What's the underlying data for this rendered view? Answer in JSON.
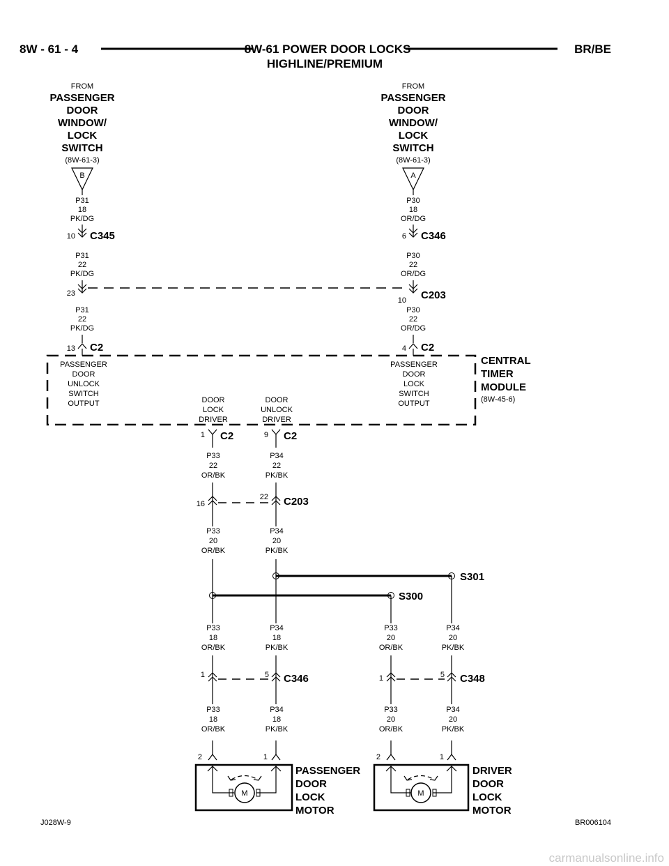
{
  "header": {
    "page": "8W - 61 - 4",
    "title": "8W-61 POWER DOOR LOCKS",
    "subtitle": "HIGHLINE/PREMIUM",
    "model": "BR/BE"
  },
  "sources": [
    {
      "from": "FROM",
      "name": [
        "PASSENGER",
        "DOOR",
        "WINDOW/",
        "LOCK",
        "SWITCH"
      ],
      "ref": "(8W-61-3)",
      "tag": "B",
      "wire1": [
        "P31",
        "18",
        "PK/DG"
      ],
      "conn1_pin": "10",
      "conn1": "C345",
      "wire2": [
        "P31",
        "22",
        "PK/DG"
      ],
      "conn2_pin": "23",
      "wire3": [
        "P31",
        "22",
        "PK/DG"
      ],
      "conn3_pin": "13",
      "conn3": "C2",
      "module_label": [
        "PASSENGER",
        "DOOR",
        "UNLOCK",
        "SWITCH",
        "OUTPUT"
      ]
    },
    {
      "from": "FROM",
      "name": [
        "PASSENGER",
        "DOOR",
        "WINDOW/",
        "LOCK",
        "SWITCH"
      ],
      "ref": "(8W-61-3)",
      "tag": "A",
      "wire1": [
        "P30",
        "18",
        "OR/DG"
      ],
      "conn1_pin": "6",
      "conn1": "C346",
      "wire2": [
        "P30",
        "22",
        "OR/DG"
      ],
      "conn2_pin": "10",
      "conn2": "C203",
      "wire3": [
        "P30",
        "22",
        "OR/DG"
      ],
      "conn3_pin": "4",
      "conn3": "C2",
      "module_label": [
        "PASSENGER",
        "DOOR",
        "LOCK",
        "SWITCH",
        "OUTPUT"
      ]
    }
  ],
  "module": {
    "name": [
      "CENTRAL",
      "TIMER",
      "MODULE"
    ],
    "ref": "(8W-45-6)"
  },
  "drivers": [
    {
      "label": [
        "DOOR",
        "LOCK",
        "DRIVER"
      ],
      "pin": "1",
      "conn": "C2",
      "wire_a": [
        "P33",
        "22",
        "OR/BK"
      ],
      "c203_pin": "16",
      "wire_b": [
        "P33",
        "20",
        "OR/BK"
      ]
    },
    {
      "label": [
        "DOOR",
        "UNLOCK",
        "DRIVER"
      ],
      "pin": "9",
      "conn": "C2",
      "wire_a": [
        "P34",
        "22",
        "PK/BK"
      ],
      "c203_pin": "22",
      "c203": "C203",
      "wire_b": [
        "P34",
        "20",
        "PK/BK"
      ]
    }
  ],
  "splices": {
    "s301": "S301",
    "s300": "S300"
  },
  "motors": [
    {
      "name": [
        "PASSENGER",
        "DOOR",
        "LOCK",
        "MOTOR"
      ],
      "conn": "C346",
      "pin_a": "1",
      "pin_b": "5",
      "wire_a1": [
        "P33",
        "18",
        "OR/BK"
      ],
      "wire_b1": [
        "P34",
        "18",
        "PK/BK"
      ],
      "wire_a2": [
        "P33",
        "18",
        "OR/BK"
      ],
      "wire_b2": [
        "P34",
        "18",
        "PK/BK"
      ],
      "term_a": "2",
      "term_b": "1",
      "symbol": "M"
    },
    {
      "name": [
        "DRIVER",
        "DOOR",
        "LOCK",
        "MOTOR"
      ],
      "conn": "C348",
      "pin_a": "1",
      "pin_b": "5",
      "wire_a1": [
        "P33",
        "20",
        "OR/BK"
      ],
      "wire_b1": [
        "P34",
        "20",
        "PK/BK"
      ],
      "wire_a2": [
        "P33",
        "20",
        "OR/BK"
      ],
      "wire_b2": [
        "P34",
        "20",
        "PK/BK"
      ],
      "term_a": "2",
      "term_b": "1",
      "symbol": "M"
    }
  ],
  "footer": {
    "left": "J028W-9",
    "right": "BR006104",
    "watermark": "carmanualsonline.info"
  }
}
